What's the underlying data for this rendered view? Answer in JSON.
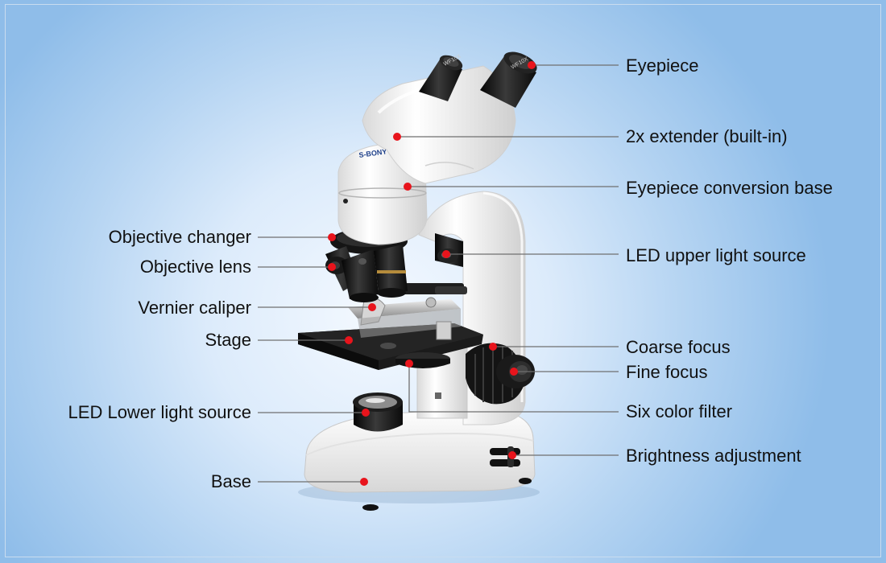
{
  "brand": "S-BONY",
  "eyepiece_marking": "WF10X",
  "colors": {
    "marker": "#e8141c",
    "leader_line": "#6f6f6f",
    "body": "#f4f4f4",
    "dark_part": "#141414"
  },
  "labels": [
    {
      "key": "eyepiece",
      "text": "Eyepiece",
      "side": "right"
    },
    {
      "key": "extender",
      "text": "2x extender (built-in)",
      "side": "right"
    },
    {
      "key": "conversion-base",
      "text": "Eyepiece conversion base",
      "side": "right"
    },
    {
      "key": "objective-changer",
      "text": "Objective changer",
      "side": "left"
    },
    {
      "key": "objective-lens",
      "text": "Objective lens",
      "side": "left"
    },
    {
      "key": "led-upper",
      "text": "LED upper light source",
      "side": "right"
    },
    {
      "key": "vernier-caliper",
      "text": "Vernier caliper",
      "side": "left"
    },
    {
      "key": "stage",
      "text": "Stage",
      "side": "left"
    },
    {
      "key": "coarse-focus",
      "text": "Coarse focus",
      "side": "right"
    },
    {
      "key": "fine-focus",
      "text": "Fine focus",
      "side": "right"
    },
    {
      "key": "led-lower",
      "text": "LED Lower light source",
      "side": "left"
    },
    {
      "key": "six-color-filter",
      "text": "Six color filter",
      "side": "right"
    },
    {
      "key": "brightness",
      "text": "Brightness adjustment",
      "side": "right"
    },
    {
      "key": "base",
      "text": "Base",
      "side": "left"
    }
  ]
}
